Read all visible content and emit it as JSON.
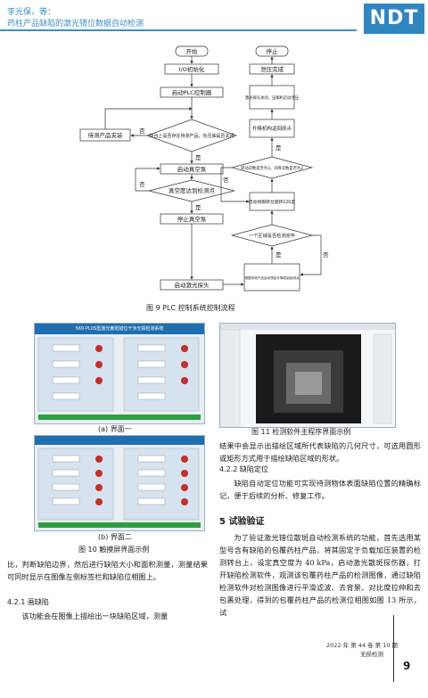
{
  "header": {
    "authors": "李光保，等：",
    "title": "药柱产品缺陷的激光错位数据自动检测",
    "logo": "NDT"
  },
  "flowchart": {
    "nodes": {
      "start": "开始",
      "io_init": "I/O初始化",
      "start_plc": "启动PLC控制器",
      "decision_table": "转台上是否存在待测产品，负压抽是否关闭",
      "load_product": "待测产品夹装",
      "start_vacuum": "启动真空泵",
      "decision_vacuum": "真空度达到检测点",
      "stop_vacuum": "停止真空泵",
      "start_laser": "启动激光探头",
      "lift_hold": "根据待测产品启动预定升降初始检测点",
      "decision_region": "一个区域是否检测完毕",
      "rotate_servo": "启动伺服转台旋转120度",
      "decision_rotate": "转动次数是否为3，升降次数是否为2",
      "return_origin": "升降机构返回原点",
      "laser_off": "激光探头关闭，压缩机启动泄压",
      "release_done": "泄压完成",
      "stop": "停止"
    },
    "labels": {
      "yes": "是",
      "no": "否"
    }
  },
  "fig9_caption": "图 9  PLC 控制系统控制流程",
  "screen1": {
    "title": "560-PLUS型激光散斑错位干涉无损检测系统",
    "caption": "(a) 界面一"
  },
  "screen2": {
    "caption": "(b) 界面二"
  },
  "fig10_caption": "图 10  触摸屏界面示例",
  "fig11_caption": "图 11  检测软件主程序界面示例",
  "left_para1": "比，判断缺陷边界，然后进行缺陷大小和面积测量，测量结果可同时显示在图像左侧标签栏和缺陷位相图上。",
  "left_h4": "4.2.1  画缺陷",
  "left_para2": "该功能会在图像上描绘出一块缺陷区域，测量",
  "right_para1": "结果中会显示出描绘区域所代表缺陷的几何尺寸，可选用圆形或矩形方式用于描绘缺陷区域的形状。",
  "right_h4": "4.2.2  缺陷定位",
  "right_para2": "缺陷自动定位功能可实现待测物体表面缺陷位置的精确标记，便于后续的分析、修复工作。",
  "section5": "5  试验验证",
  "right_para3": "为了验证激光错位散斑自动检测系统的功能，首先选用某型号含有缺陷的包覆药柱产品，将其固定于负载加压装置的检测转台上，设定真空度为 40 kPa，启动激光散斑探伤器，打开缺陷检测软件，观测该包覆药柱产品的检测图像，通过缺陷检测软件对检测图像进行平滑滤波、去背景、对比度拉伸和去包裹处理，得到的包覆药柱产品的检测位相图如图 13 所示，试",
  "footer": {
    "journal_line": "2022 年 第 44 卷 第 10 期",
    "journal_name": "无损检测",
    "page": "9"
  },
  "colors": {
    "accent": "#3a8fc4",
    "panel_blue": "#1e6fb0",
    "ok_green": "#2e9e3e",
    "alarm_red": "#c0302a"
  }
}
